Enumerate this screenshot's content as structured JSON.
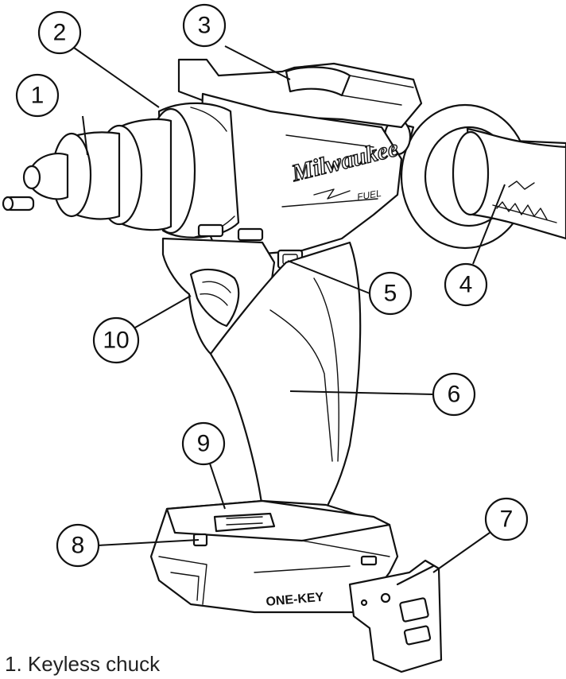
{
  "callouts": [
    {
      "id": "callout-1",
      "number": "1"
    },
    {
      "id": "callout-2",
      "number": "2"
    },
    {
      "id": "callout-3",
      "number": "3"
    },
    {
      "id": "callout-4",
      "number": "4"
    },
    {
      "id": "callout-5",
      "number": "5"
    },
    {
      "id": "callout-6",
      "number": "6"
    },
    {
      "id": "callout-7",
      "number": "7"
    },
    {
      "id": "callout-8",
      "number": "8"
    },
    {
      "id": "callout-9",
      "number": "9"
    },
    {
      "id": "callout-10",
      "number": "10"
    }
  ],
  "drill": {
    "brand_logo": "Milwaukee",
    "model_mark": "FUEL",
    "base_logo": "ONE-KEY"
  },
  "caption": "1. Keyless chuck"
}
